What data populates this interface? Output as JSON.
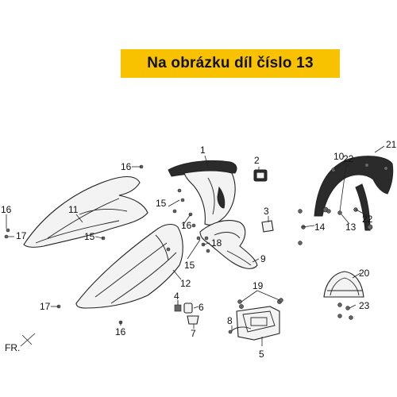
{
  "banner": {
    "text": "Na obrázku díl číslo 13"
  },
  "callouts": {
    "c1": "1",
    "c2": "2",
    "c3": "3",
    "c4": "4",
    "c5": "5",
    "c6": "6",
    "c7": "7",
    "c8": "8",
    "c9": "9",
    "c10": "10",
    "c11": "11",
    "c12": "12",
    "c13": "13",
    "c14": "14",
    "c15a": "15",
    "c15b": "15",
    "c15c": "15",
    "c16a": "16",
    "c16b": "16",
    "c16c": "16",
    "c16d": "16",
    "c17a": "17",
    "c17b": "17",
    "c18": "18",
    "c19": "19",
    "c20": "20",
    "c21": "21",
    "c22a": "22",
    "c22b": "22",
    "c23": "23"
  },
  "front_marker": "FR.",
  "colors": {
    "banner": "#f9c200",
    "ink": "#222222"
  }
}
